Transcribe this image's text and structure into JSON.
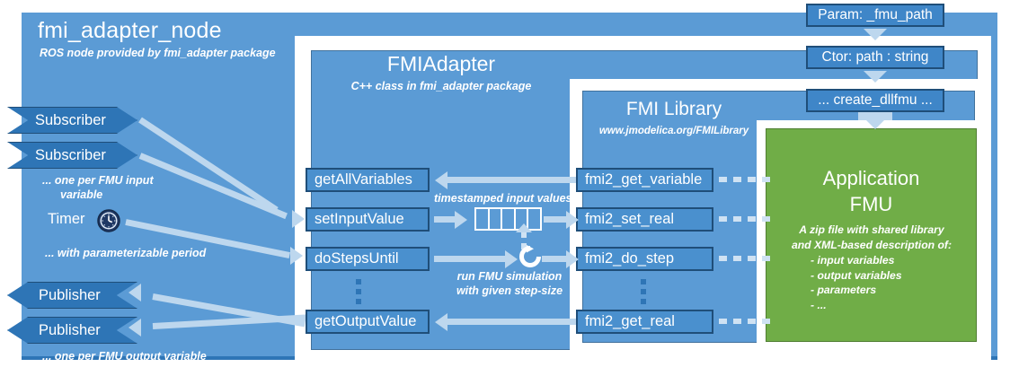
{
  "node": {
    "title": "fmi_adapter_node",
    "subtitle": "ROS node provided by fmi_adapter package"
  },
  "adapter": {
    "title": "FMIAdapter",
    "subtitle": "C++ class in fmi_adapter package",
    "methods": [
      {
        "label": "getAllVariables"
      },
      {
        "label": "setInputValue"
      },
      {
        "label": "doStepsUntil"
      },
      {
        "label": "getOutputValue"
      }
    ],
    "ellipsis": "vertical-ellipsis"
  },
  "fmilib": {
    "title": "FMI Library",
    "subtitle": "www.jmodelica.org/FMILibrary",
    "functions": [
      {
        "label": "fmi2_get_variable"
      },
      {
        "label": "fmi2_set_real"
      },
      {
        "label": "fmi2_do_step"
      },
      {
        "label": "fmi2_get_real"
      }
    ],
    "ellipsis": "vertical-ellipsis"
  },
  "fmu": {
    "title_line1": "Application",
    "title_line2": "FMU",
    "desc_line1": "A zip file with shared library",
    "desc_line2": "and XML-based description of:",
    "bullets": [
      "- input variables",
      "- output variables",
      "- parameters",
      "- ..."
    ]
  },
  "ros_interfaces": {
    "subscribers": [
      {
        "label": "Subscriber"
      },
      {
        "label": "Subscriber"
      }
    ],
    "subscriber_note_line1": "... one per FMU input",
    "subscriber_note_line2": "variable",
    "timer": {
      "label": "Timer",
      "icon": "clock-icon",
      "note": "... with parameterizable period"
    },
    "publishers": [
      {
        "label": "Publisher"
      },
      {
        "label": "Publisher"
      }
    ],
    "publisher_note": "... one per FMU output variable"
  },
  "param_chain": [
    {
      "label": "Param: _fmu_path"
    },
    {
      "label": "Ctor: path : string"
    },
    {
      "label": "... create_dllfmu ..."
    }
  ],
  "annotations": {
    "queue_label": "timestamped input values",
    "sim_note_line1": "run FMU simulation",
    "sim_note_line2": "with given step-size"
  },
  "colors": {
    "panel_blue": "#5b9bd5",
    "box_blue": "#4a90ce",
    "box_border": "#1f4e79",
    "chevron_blue": "#2e75b6",
    "arrow_blue": "#bdd7ee",
    "fmu_green": "#70ad47",
    "white": "#ffffff"
  }
}
